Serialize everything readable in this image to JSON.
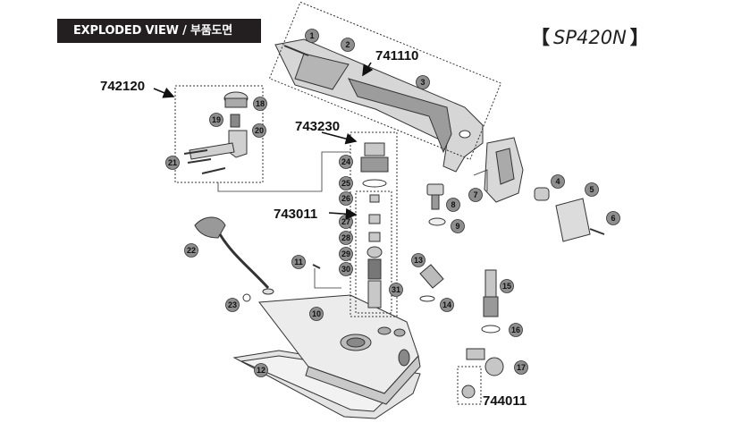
{
  "header": {
    "banner_label": "EXPLODED VIEW / 부품도면",
    "model_open": "【",
    "model": "SP420N",
    "model_close": "】"
  },
  "assemblies": [
    "741110",
    "742120",
    "743230",
    "743011",
    "744011"
  ],
  "callouts": [
    "1",
    "2",
    "3",
    "4",
    "5",
    "6",
    "7",
    "8",
    "9",
    "10",
    "11",
    "12",
    "13",
    "14",
    "15",
    "16",
    "17",
    "18",
    "19",
    "20",
    "21",
    "22",
    "23",
    "24",
    "25",
    "26",
    "27",
    "28",
    "29",
    "30",
    "31"
  ]
}
